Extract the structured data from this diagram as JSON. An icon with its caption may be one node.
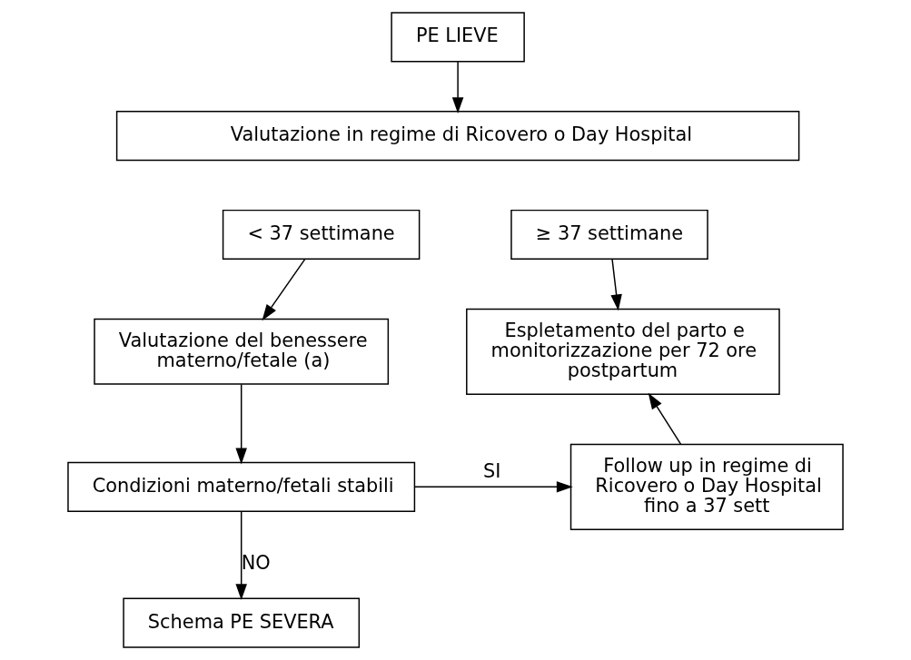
{
  "diagram": {
    "nodes": [
      {
        "text": [
          "PE LIEVE"
        ]
      },
      {
        "text": [
          "Valutazione in regime di Ricovero o Day Hospital"
        ]
      },
      {
        "text": [
          "< 37 settimane"
        ]
      },
      {
        "text": [
          "≥ 37 settimane"
        ]
      },
      {
        "text": [
          "Valutazione del benessere materno/fetale (a)"
        ]
      },
      {
        "text": [
          "Espletamento del parto e monitorizzazione per 72 ore postpartum"
        ]
      },
      {
        "text": [
          "Condizioni materno/fetali stabili"
        ]
      },
      {
        "text": [
          "Follow up in regime di Ricovero o Day Hospital fino a 37 sett"
        ]
      },
      {
        "text": [
          "Schema PE SEVERA"
        ]
      }
    ],
    "edges": [
      {
        "from": 0,
        "to": 1,
        "arrow": "to"
      },
      {
        "from": 2,
        "to": 4,
        "arrow": "to"
      },
      {
        "from": 3,
        "to": 5,
        "arrow": "to"
      },
      {
        "from": 4,
        "to": 6,
        "arrow": "to"
      },
      {
        "from": 6,
        "to": 7,
        "label": "SI",
        "arrow": "to"
      },
      {
        "from": 7,
        "to": 5,
        "arrow": "to"
      },
      {
        "from": 6,
        "to": 8,
        "label": "NO",
        "arrow": "to"
      }
    ]
  }
}
